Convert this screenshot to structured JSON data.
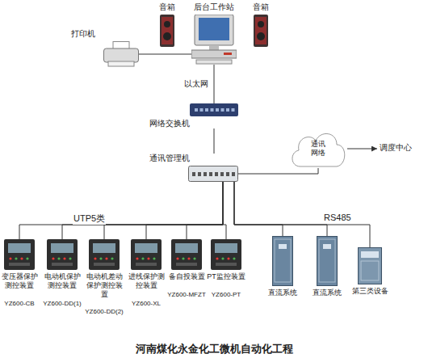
{
  "diagram": {
    "caption": "河南煤化永金化工微机自动化工程",
    "nodes": [
      {
        "text": [
          "音箱"
        ]
      },
      {
        "text": [
          "后台工作站"
        ]
      },
      {
        "text": [
          "音箱"
        ]
      },
      {
        "text": [
          "打印机"
        ]
      },
      {
        "text": [
          "网络交换机"
        ]
      },
      {
        "text": [
          "通讯管理机"
        ]
      },
      {
        "text": [
          "通讯网络"
        ]
      },
      {
        "text": [
          "调度中心"
        ]
      },
      {
        "text": [
          "变压器保护测控装置",
          "YZ600-CB"
        ]
      },
      {
        "text": [
          "电动机保护测控装置",
          "YZ600-DD(1)"
        ]
      },
      {
        "text": [
          "电动机差动保护测控装置",
          "YZ600-DD(2)"
        ]
      },
      {
        "text": [
          "进线保护测控装置",
          "YZ600-XL"
        ]
      },
      {
        "text": [
          "备自投装置",
          "YZ600-MFZT"
        ]
      },
      {
        "text": [
          "PT监控装置",
          "YZ600-PT"
        ]
      },
      {
        "text": [
          "直流系统"
        ]
      },
      {
        "text": [
          "直流系统"
        ]
      },
      {
        "text": [
          "第三类设备"
        ]
      }
    ],
    "edges": [
      {
        "from": 3,
        "to": 1,
        "arrow": "none"
      },
      {
        "from": 1,
        "to": 4,
        "label": "以太网",
        "arrow": "none"
      },
      {
        "from": 4,
        "to": 5,
        "arrow": "none"
      },
      {
        "from": 5,
        "to": 6,
        "arrow": "none"
      },
      {
        "from": 6,
        "to": 7,
        "arrow": "to"
      },
      {
        "from": 5,
        "to": 8,
        "arrow": "none"
      },
      {
        "from": 5,
        "to": 9,
        "arrow": "none"
      },
      {
        "from": 5,
        "to": 10,
        "arrow": "none"
      },
      {
        "from": 5,
        "to": 11,
        "arrow": "none"
      },
      {
        "from": 5,
        "to": 12,
        "arrow": "none"
      },
      {
        "from": 5,
        "to": 13,
        "arrow": "none"
      },
      {
        "from": 5,
        "to": 14,
        "arrow": "none"
      },
      {
        "from": 5,
        "to": 15,
        "arrow": "none"
      },
      {
        "from": 5,
        "to": 16,
        "arrow": "none"
      }
    ],
    "labels": [
      "UTP5类",
      "RS485"
    ]
  }
}
